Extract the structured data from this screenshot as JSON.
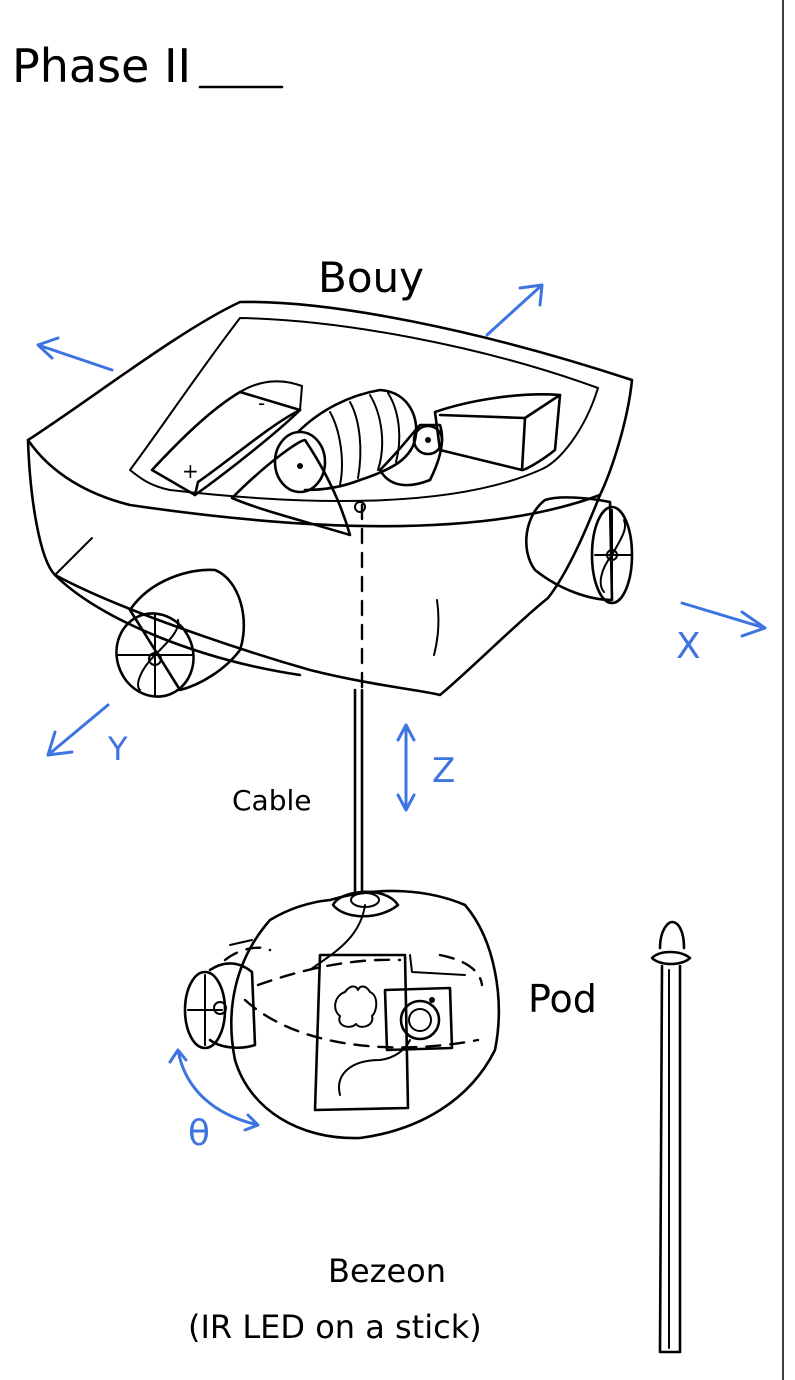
{
  "title": "Phase II",
  "labels": {
    "bouy": "Bouy",
    "cable": "Cable",
    "pod": "Pod",
    "beacon": "Bezeon",
    "beacon_note": "(IR LED on a stick)"
  },
  "axes": {
    "x": "X",
    "y": "Y",
    "z": "Z",
    "theta": "θ"
  },
  "battery_marks": {
    "plus": "+",
    "minus": "-"
  },
  "colors": {
    "ink": "#000000",
    "axis_blue": "#3d74e0",
    "paper": "#ffffff"
  }
}
